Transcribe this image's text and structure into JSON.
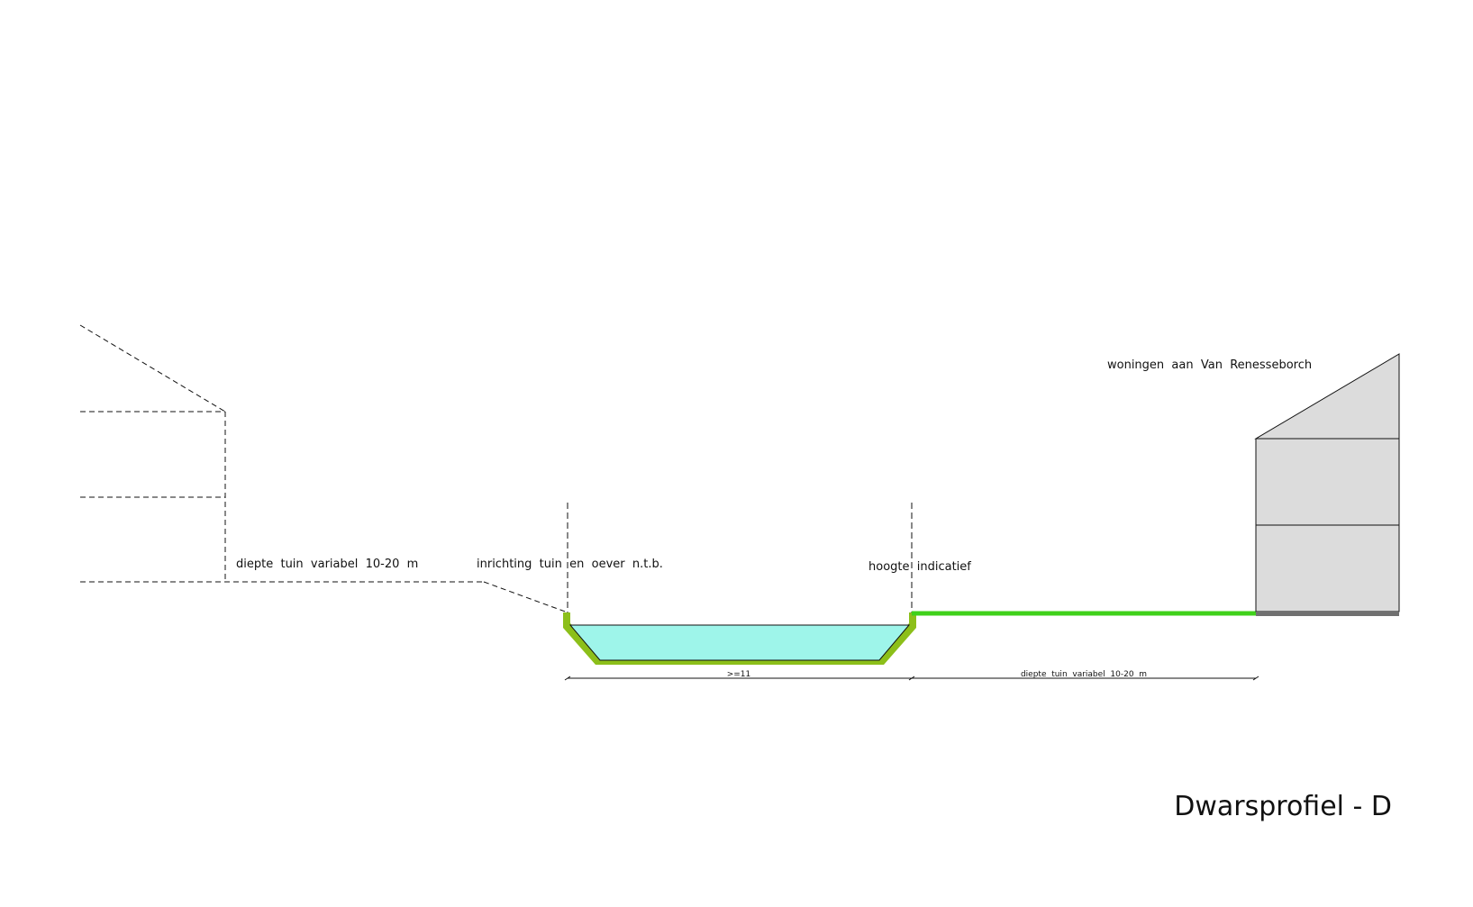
{
  "title": "Dwarsprofiel - D",
  "labels": {
    "depth_left": "diepte  tuin  variabel  10-20  m",
    "garden_layout": "inrichting  tuin  en  oever  n.t.b.",
    "height_note": "hoogte  indicatief",
    "houses_right": "woningen  aan  Van  Renesseborch"
  },
  "dimensions": {
    "ditch_width": ">=11",
    "depth_right": "diepte  tuin  variabel  10-20  m"
  },
  "colors": {
    "water": "#9ef5ea",
    "embankment": "#8cbf1a",
    "grass": "#3fd11a",
    "building": "#dcdcdc",
    "building_base": "#707070",
    "line": "#111111"
  }
}
